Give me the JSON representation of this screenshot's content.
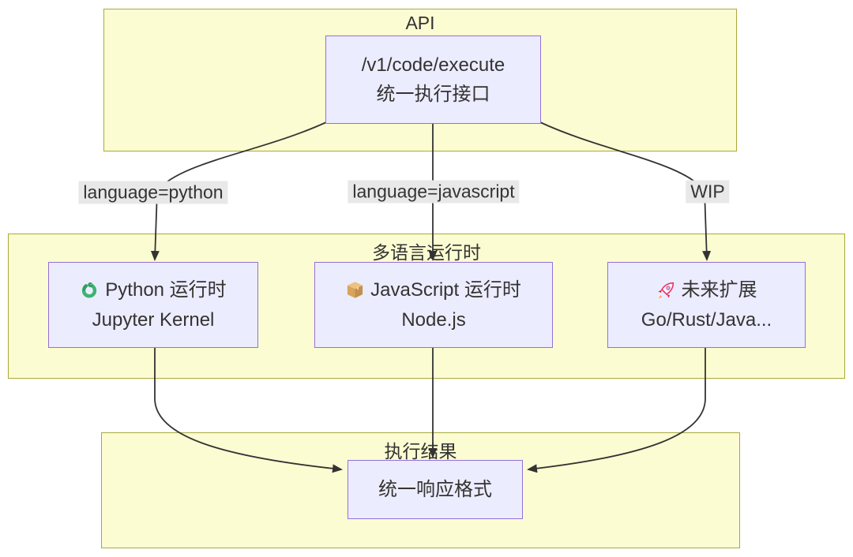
{
  "containers": {
    "api": {
      "title": "API"
    },
    "runtimes": {
      "title": "多语言运行时"
    },
    "results": {
      "title": "执行结果"
    }
  },
  "nodes": {
    "execute": {
      "line1": "/v1/code/execute",
      "line2": "统一执行接口"
    },
    "python": {
      "icon": "snake-icon",
      "line1": "Python 运行时",
      "line2": "Jupyter Kernel"
    },
    "javascript": {
      "icon": "package-icon",
      "line1": "JavaScript 运行时",
      "line2": "Node.js"
    },
    "future": {
      "icon": "rocket-icon",
      "line1": "未来扩展",
      "line2": "Go/Rust/Java..."
    },
    "response": {
      "line1": "统一响应格式"
    }
  },
  "edge_labels": {
    "python": "language=python",
    "javascript": "language=javascript",
    "wip": "WIP"
  },
  "edges": [
    {
      "from": "execute",
      "to": "python",
      "label": "language=python"
    },
    {
      "from": "execute",
      "to": "javascript",
      "label": "language=javascript"
    },
    {
      "from": "execute",
      "to": "future",
      "label": "WIP"
    },
    {
      "from": "python",
      "to": "response",
      "label": ""
    },
    {
      "from": "javascript",
      "to": "response",
      "label": ""
    },
    {
      "from": "future",
      "to": "response",
      "label": ""
    }
  ],
  "colors": {
    "container_fill": "#fcfcd2",
    "container_border": "#a9a93a",
    "node_fill": "#ececff",
    "node_border": "#9370DB",
    "edge_label_bg": "#e8e8e8",
    "line": "#333333",
    "text": "#333333",
    "snake_green": "#3eb370",
    "package_tan": "#d8a35c",
    "rocket_pink": "#e84d72"
  }
}
